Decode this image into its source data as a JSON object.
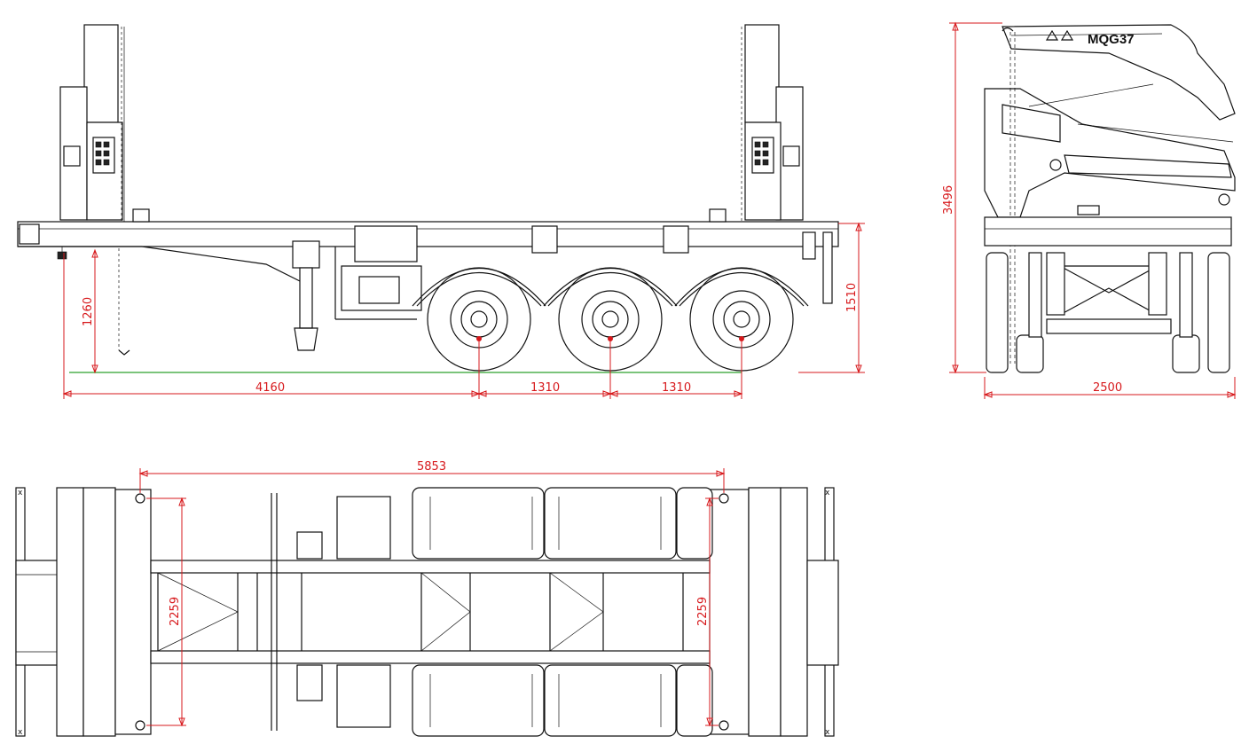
{
  "crane_model_label": "MQG37",
  "side_view": {
    "dimensions": {
      "front_to_axle": "4160",
      "axle_spacing_1": "1310",
      "axle_spacing_2": "1310",
      "coupling_height": "1260",
      "deck_height": "1510"
    }
  },
  "rear_view": {
    "dimensions": {
      "overall_height": "3496",
      "overall_width": "2500"
    }
  },
  "top_view": {
    "dimensions": {
      "twistlock_spacing": "5853",
      "left_width": "2259",
      "right_width": "2259"
    }
  },
  "colors": {
    "line": "#111111",
    "dimension": "#d7191c",
    "ground": "#2ca02c"
  }
}
